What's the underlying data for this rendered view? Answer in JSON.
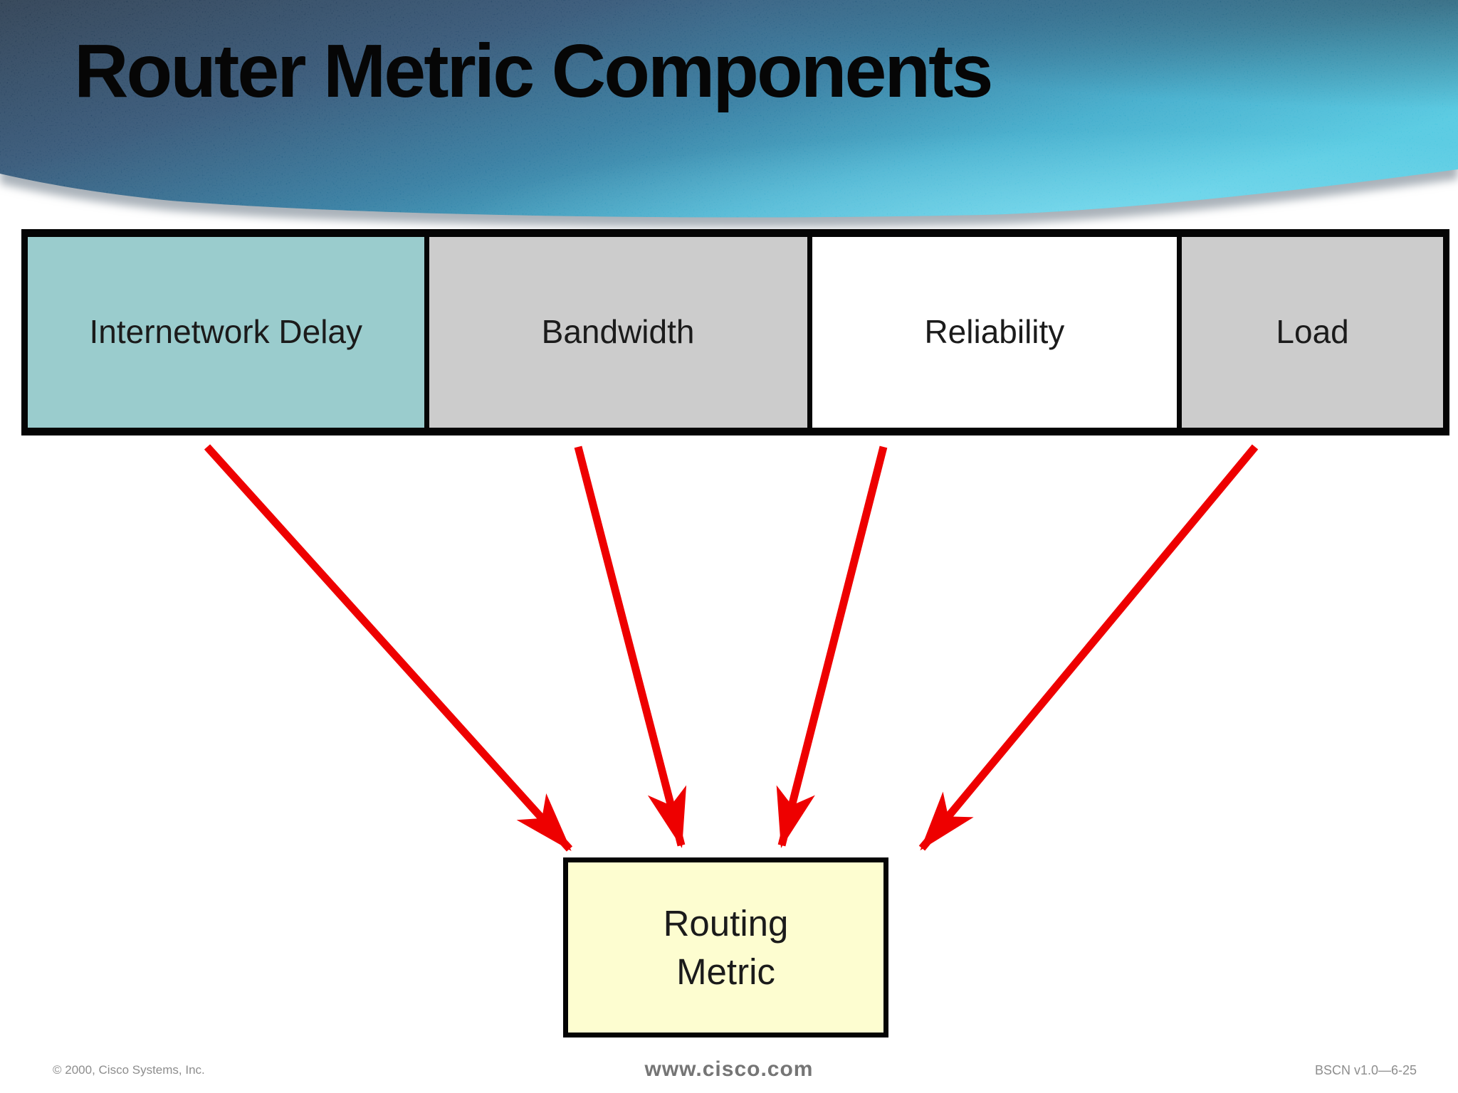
{
  "slide": {
    "title": "Router Metric Components",
    "components": [
      {
        "label": "Internetwork Delay",
        "color": "#9acccd"
      },
      {
        "label": "Bandwidth",
        "color": "#cccccc"
      },
      {
        "label": "Reliability",
        "color": "#ffffff"
      },
      {
        "label": "Load",
        "color": "#cccccc"
      }
    ],
    "result_box": {
      "lines": [
        "Routing",
        "Metric"
      ],
      "color": "#fdfdd0"
    },
    "footer": {
      "copyright": "© 2000, Cisco Systems, Inc.",
      "website": "www.cisco.com",
      "slide_number": "BSCN v1.0—6-25"
    },
    "colors": {
      "arrow": "#ee0000",
      "box_border": "#050505",
      "header_dark_navy": "#14283e",
      "header_bright_cyan": "#3fc3de",
      "footer_gray": "#8d8d8d"
    }
  }
}
